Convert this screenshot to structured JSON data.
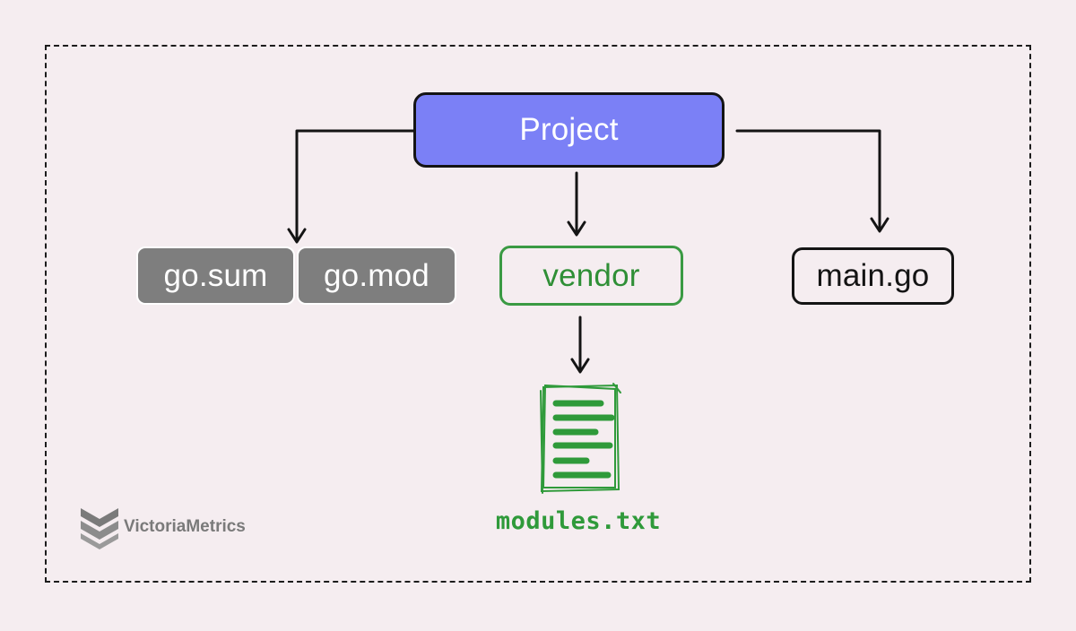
{
  "diagram": {
    "root": "Project",
    "children": {
      "go_sum": "go.sum",
      "go_mod": "go.mod",
      "vendor": "vendor",
      "main_go": "main.go"
    },
    "vendor_file": "modules.txt"
  },
  "brand": {
    "name": "VictoriaMetrics",
    "icon": "victoriametrics-logo-icon"
  },
  "colors": {
    "background": "#f5edf0",
    "project_fill": "#7b80f6",
    "module_files_fill": "#7e7e7e",
    "vendor_green": "#3a9a43",
    "stroke": "#141414"
  }
}
